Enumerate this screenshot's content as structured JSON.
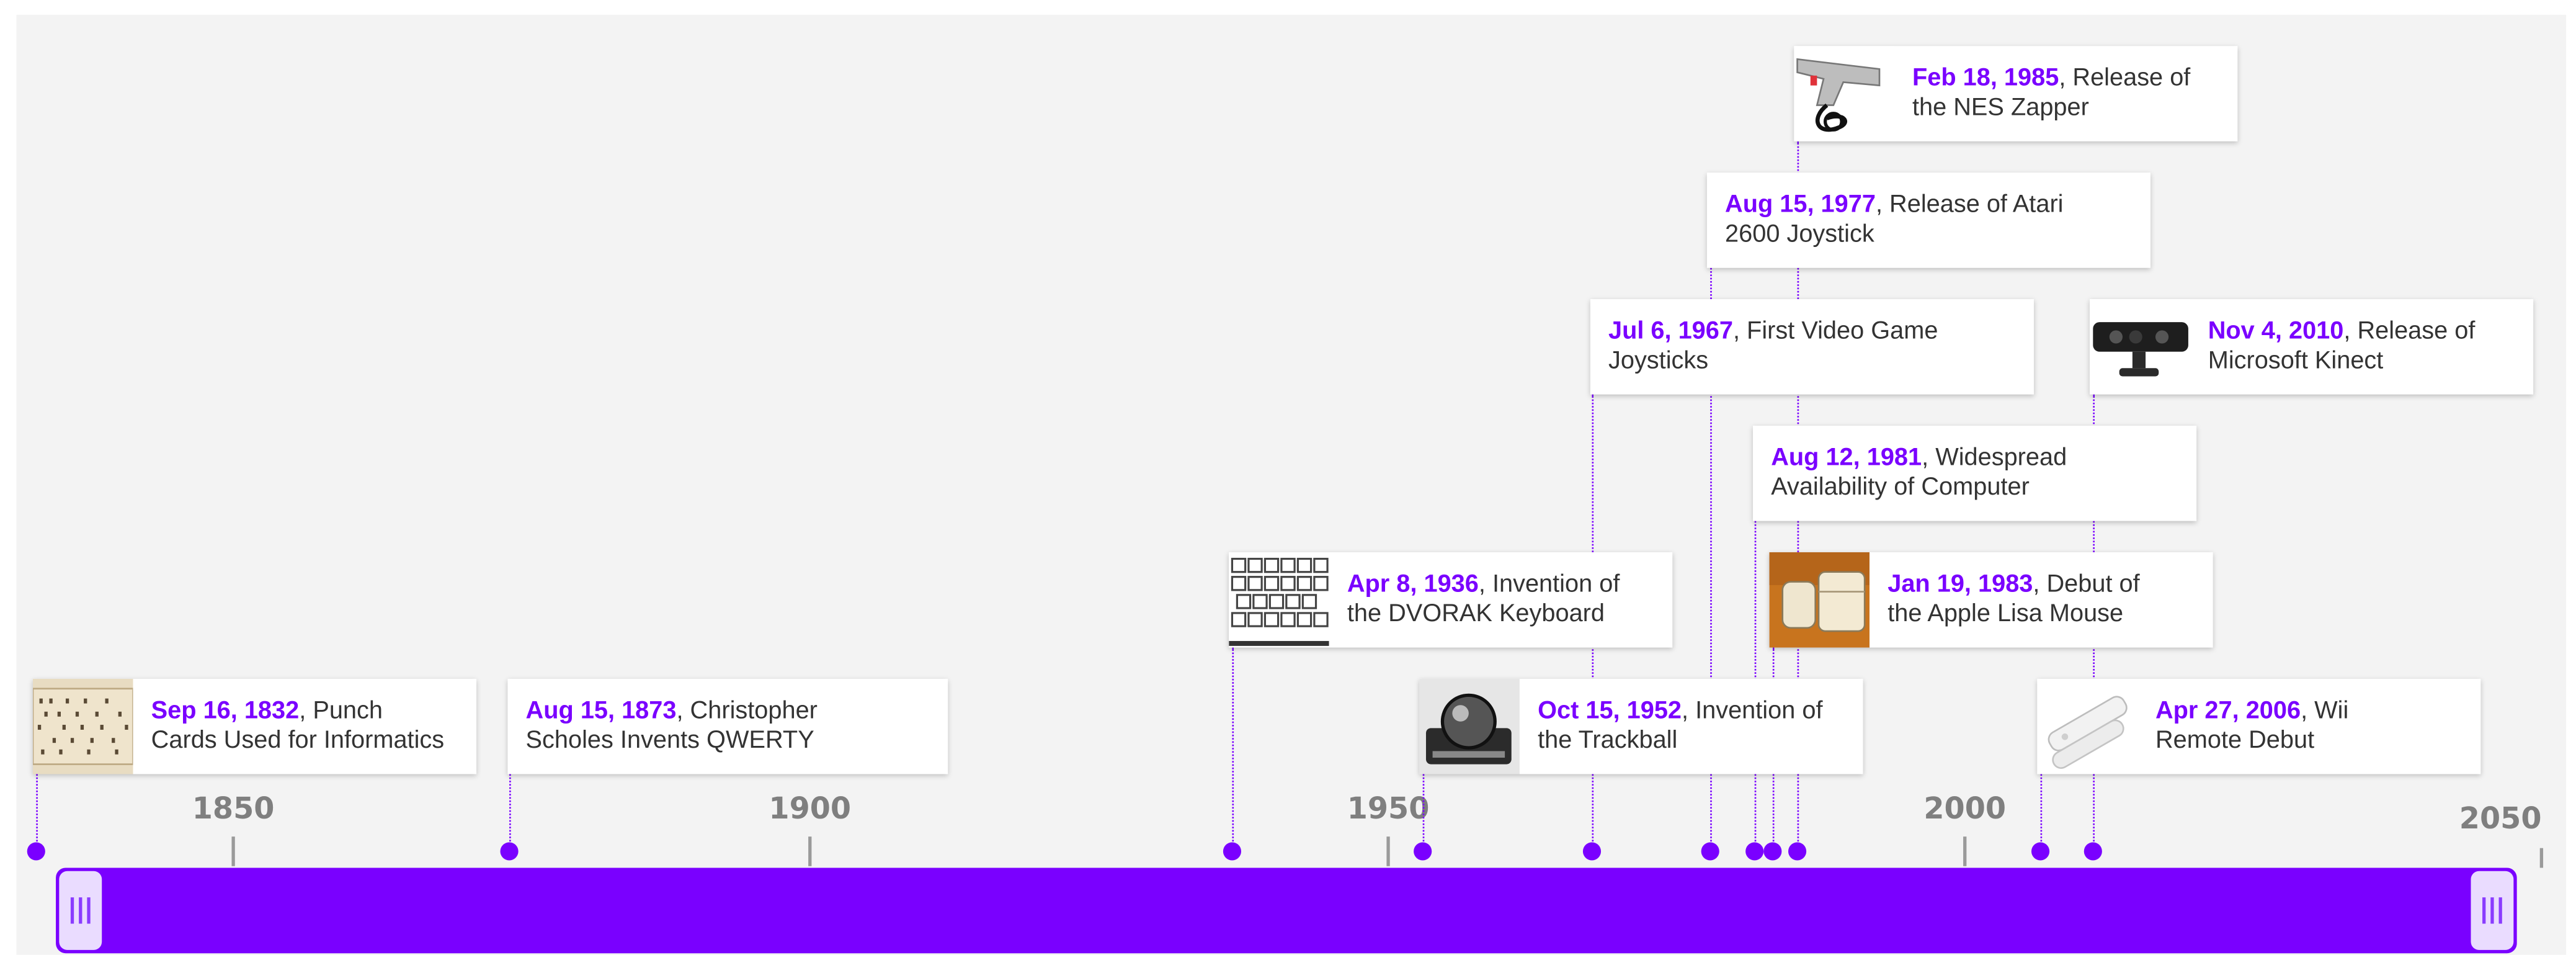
{
  "colors": {
    "accent": "#7a00ff",
    "axis_text": "#7f7f7f",
    "background": "#f3f3f3",
    "card": "#ffffff"
  },
  "axis": {
    "labels": [
      "1850",
      "1900",
      "1950",
      "2000",
      "2050"
    ]
  },
  "events": [
    {
      "id": "punch-cards",
      "date": "Sep 16, 1832",
      "line1": ", Punch",
      "line2": "Cards Used for Informatics",
      "icon": "punch-card-icon"
    },
    {
      "id": "qwerty",
      "date": "Aug 15, 1873",
      "line1": ", Christopher",
      "line2": "Scholes Invents QWERTY",
      "icon": ""
    },
    {
      "id": "dvorak",
      "date": "Apr 8, 1936",
      "line1": ", Invention of",
      "line2": "the DVORAK Keyboard",
      "icon": "keyboard-icon"
    },
    {
      "id": "trackball",
      "date": "Oct 15, 1952",
      "line1": ", Invention of",
      "line2": "the Trackball",
      "icon": "trackball-icon"
    },
    {
      "id": "joysticks",
      "date": "Jul 6, 1967",
      "line1": ", First Video Game",
      "line2": "Joysticks",
      "icon": ""
    },
    {
      "id": "atari",
      "date": "Aug 15, 1977",
      "line1": ", Release of Atari",
      "line2": "2600 Joystick",
      "icon": ""
    },
    {
      "id": "computer",
      "date": "Aug 12, 1981",
      "line1": ", Widespread",
      "line2": "Availability of Computer",
      "icon": ""
    },
    {
      "id": "lisa-mouse",
      "date": "Jan 19, 1983",
      "line1": ", Debut of",
      "line2": "the Apple Lisa Mouse",
      "icon": "mouse-icon"
    },
    {
      "id": "nes-zapper",
      "date": "Feb 18, 1985",
      "line1": ", Release of",
      "line2": "the NES Zapper",
      "icon": "zapper-icon"
    },
    {
      "id": "wii",
      "date": "Apr 27, 2006",
      "line1": ", Wii",
      "line2": "Remote Debut",
      "icon": "wii-remote-icon"
    },
    {
      "id": "kinect",
      "date": "Nov 4, 2010",
      "line1": ", Release of",
      "line2": "Microsoft Kinect",
      "icon": "kinect-icon"
    }
  ]
}
